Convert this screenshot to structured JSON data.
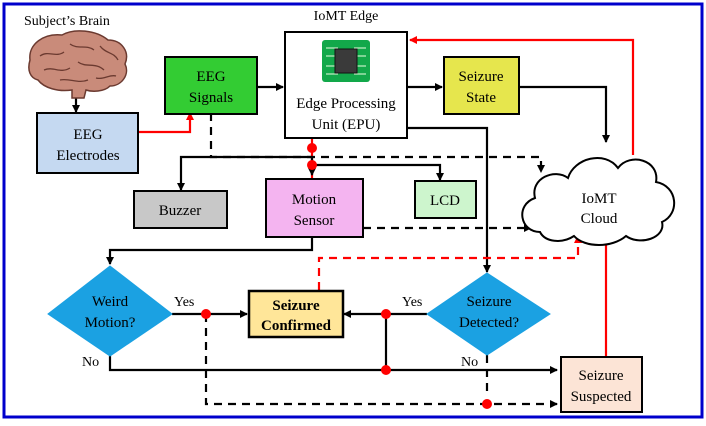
{
  "labels": {
    "subject_brain": "Subject’s Brain",
    "iomt_edge": "IoMT Edge",
    "eeg_electrodes": [
      "EEG",
      "Electrodes"
    ],
    "eeg_signals": [
      "EEG",
      "Signals"
    ],
    "epu": [
      "Edge Processing",
      "Unit (EPU)"
    ],
    "seizure_state": [
      "Seizure",
      "State"
    ],
    "buzzer": "Buzzer",
    "motion_sensor": [
      "Motion",
      "Sensor"
    ],
    "lcd": "LCD",
    "iomt_cloud": [
      "IoMT",
      "Cloud"
    ],
    "weird_motion": [
      "Weird",
      "Motion?"
    ],
    "seizure_confirmed": [
      "Seizure",
      "Confirmed"
    ],
    "seizure_detected": [
      "Seizure",
      "Detected?"
    ],
    "seizure_suspected": [
      "Seizure",
      "Suspected"
    ],
    "yes_left": "Yes",
    "yes_right": "Yes",
    "no_left": "No",
    "no_right": "No"
  },
  "colors": {
    "frame": "#0000cc",
    "eeg_electrodes_fill": "#c5d9f1",
    "eeg_signals_fill": "#33cc33",
    "seizure_state_fill": "#e6e64d",
    "buzzer_fill": "#c8c8c8",
    "motion_sensor_fill": "#f4b4f0",
    "lcd_fill": "#cdf5cd",
    "confirmed_fill": "#ffe699",
    "suspected_fill": "#fce4d6",
    "diamond_fill": "#1ba1e2",
    "red": "#ff0000",
    "black": "#000000"
  }
}
